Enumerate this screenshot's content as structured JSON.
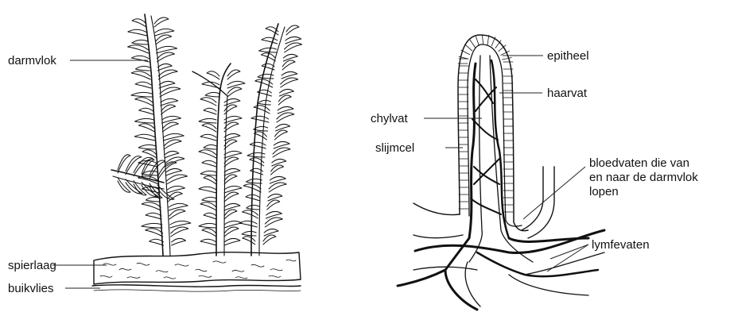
{
  "left_figure": {
    "labels": {
      "villi": "darmvlok",
      "muscle_layer": "spierlaag",
      "peritoneum": "buikvlies"
    }
  },
  "right_figure": {
    "labels": {
      "epithelium": "epitheel",
      "capillary": "haarvat",
      "lacteal": "chylvat",
      "goblet_cell": "slijmcel",
      "blood_vessels_line1": "bloedvaten die van",
      "blood_vessels_line2": "en naar de darmvlok",
      "blood_vessels_line3": "lopen",
      "lymph_vessels": "lymfevaten"
    }
  },
  "colors": {
    "ink": "#111111",
    "background": "#ffffff"
  }
}
